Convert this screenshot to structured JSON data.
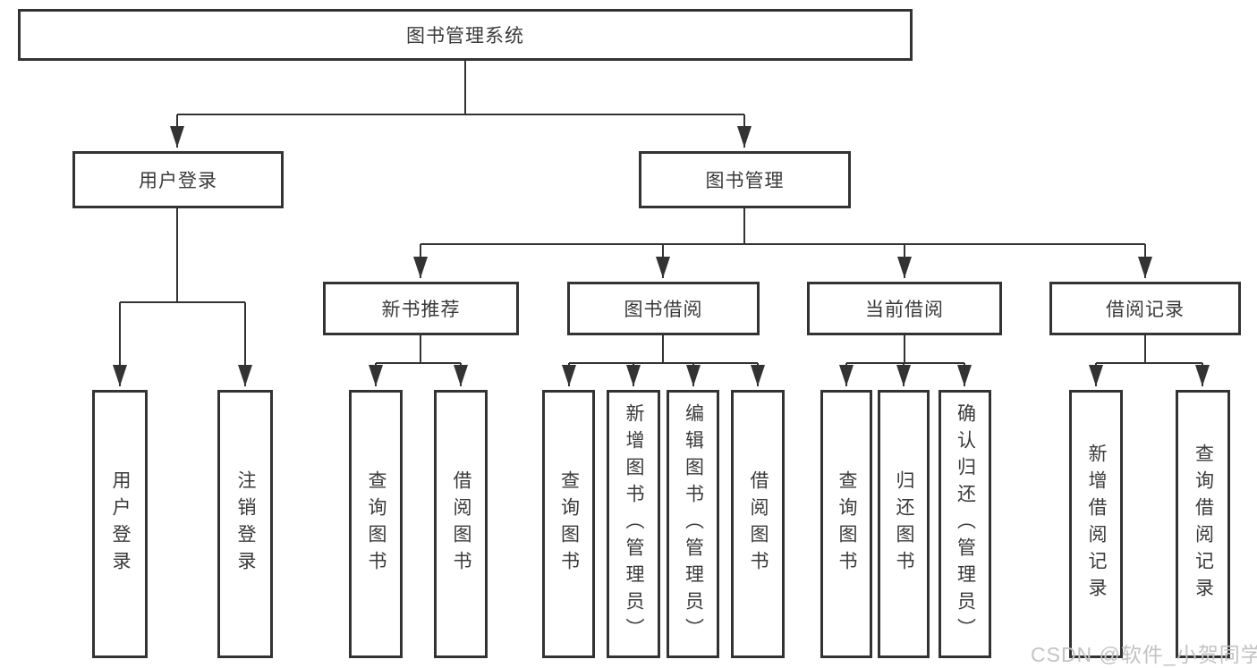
{
  "diagram": {
    "title": "图书管理系统",
    "branches": [
      {
        "label": "用户登录",
        "leaves": [
          {
            "label": "用户登录"
          },
          {
            "label": "注销登录"
          }
        ]
      },
      {
        "label": "图书管理",
        "children": [
          {
            "label": "新书推荐",
            "leaves": [
              {
                "label": "查询图书"
              },
              {
                "label": "借阅图书"
              }
            ]
          },
          {
            "label": "图书借阅",
            "leaves": [
              {
                "label": "查询图书"
              },
              {
                "label": "新增图书（管理员）"
              },
              {
                "label": "编辑图书（管理员）"
              },
              {
                "label": "借阅图书"
              }
            ]
          },
          {
            "label": "当前借阅",
            "leaves": [
              {
                "label": "查询图书"
              },
              {
                "label": "归还图书"
              },
              {
                "label": "确认归还（管理员）"
              }
            ]
          },
          {
            "label": "借阅记录",
            "leaves": [
              {
                "label": "新增借阅记录"
              },
              {
                "label": "查询借阅记录"
              }
            ]
          }
        ]
      }
    ]
  },
  "watermark": {
    "text": "CSDN @软件_小贺同学"
  },
  "colors": {
    "line": "#333333",
    "text": "#3a3a3a",
    "watermark": "#c3c3c3",
    "background": "#ffffff"
  }
}
